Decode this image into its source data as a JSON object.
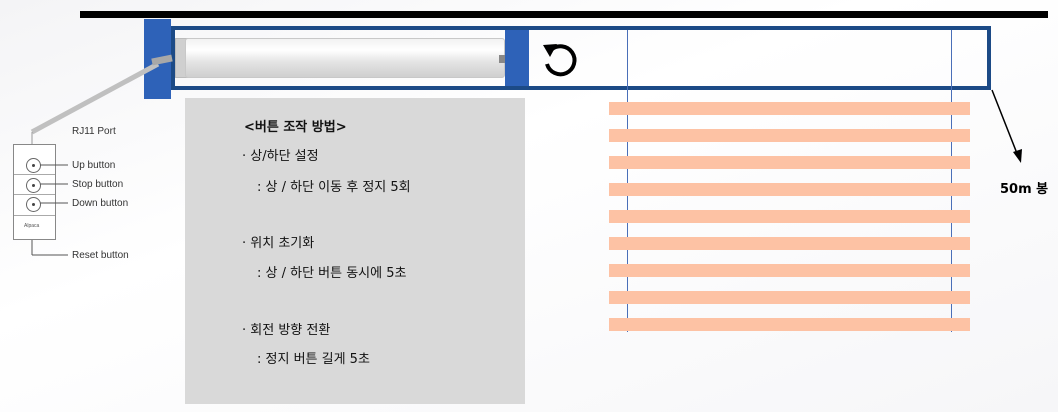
{
  "instructions": {
    "title": "<버튼 조작 방법>",
    "items": [
      {
        "heading": "· 상/하단 설정",
        "detail": ": 상 / 하단 이동 후 정지 5회"
      },
      {
        "heading": "· 위치 초기화",
        "detail": ": 상 / 하단 버튼 동시에 5초"
      },
      {
        "heading": "· 회전 방향 전환",
        "detail": ": 정지 버튼 길게 5초"
      }
    ]
  },
  "pole_label": "50m 봉",
  "remote": {
    "port_label": "RJ11 Port",
    "up_label": "Up button",
    "stop_label": "Stop button",
    "down_label": "Down button",
    "reset_label": "Reset button",
    "logo_text": "Alpaca"
  },
  "colors": {
    "bracket": "#2e62b8",
    "frame": "#1c4a86",
    "panel": "#d9d9d9",
    "blind_stripe": "#fdc2a4"
  },
  "icons": [
    "rotate-icon",
    "arrow-icon"
  ]
}
